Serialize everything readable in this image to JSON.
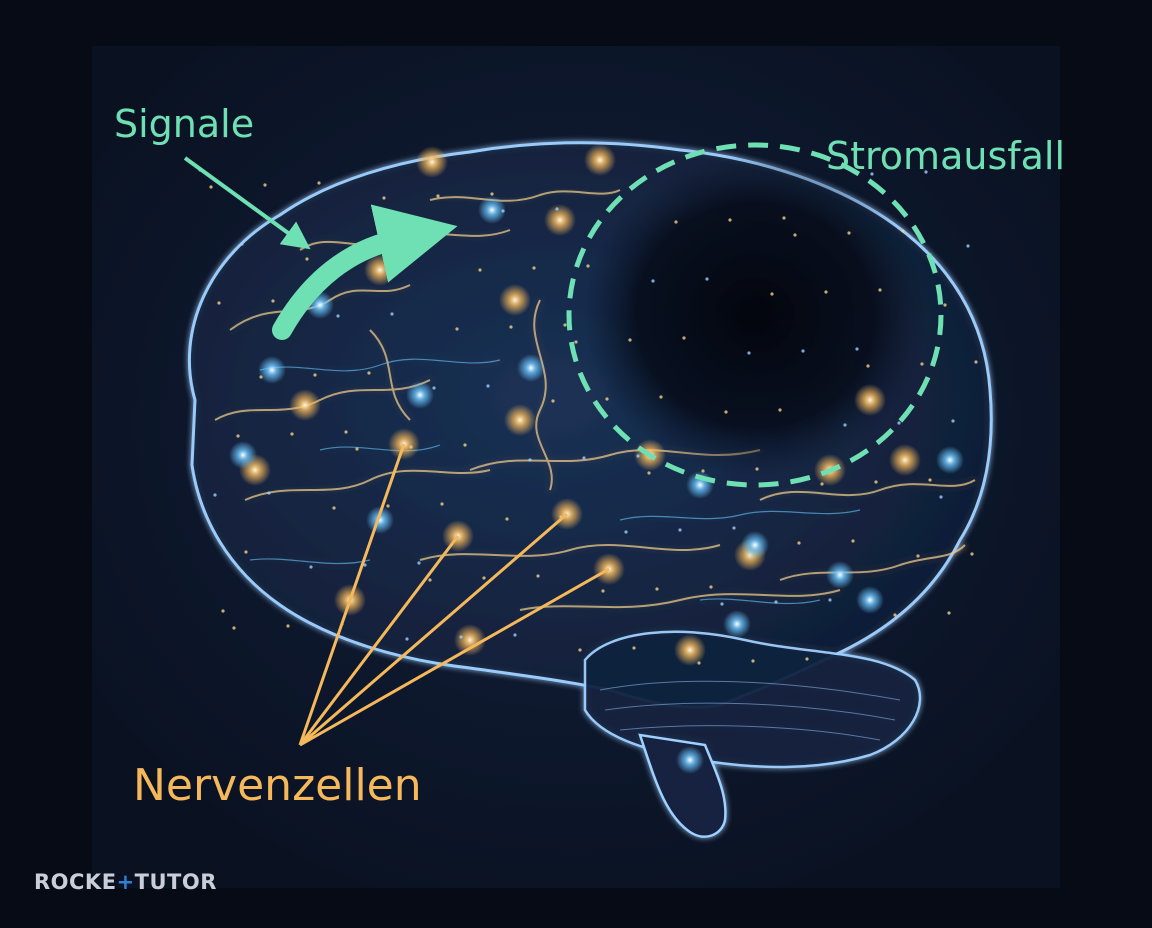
{
  "labels": {
    "signals": "Signale",
    "outage": "Stromausfall",
    "neurons": "Nervenzellen"
  },
  "logo": {
    "part1": "ROCKE",
    "plus": "+",
    "part2": "TUTOR"
  },
  "colors": {
    "background": "#070b16",
    "frame": "#0b1426",
    "brain_glow": "#9fd0ff",
    "gold": "#f5b85a",
    "blue_spark": "#6cc7ff",
    "accent_green": "#6fe0b3",
    "logo_text": "#c9ced8",
    "logo_accent": "#2f7fd6"
  }
}
